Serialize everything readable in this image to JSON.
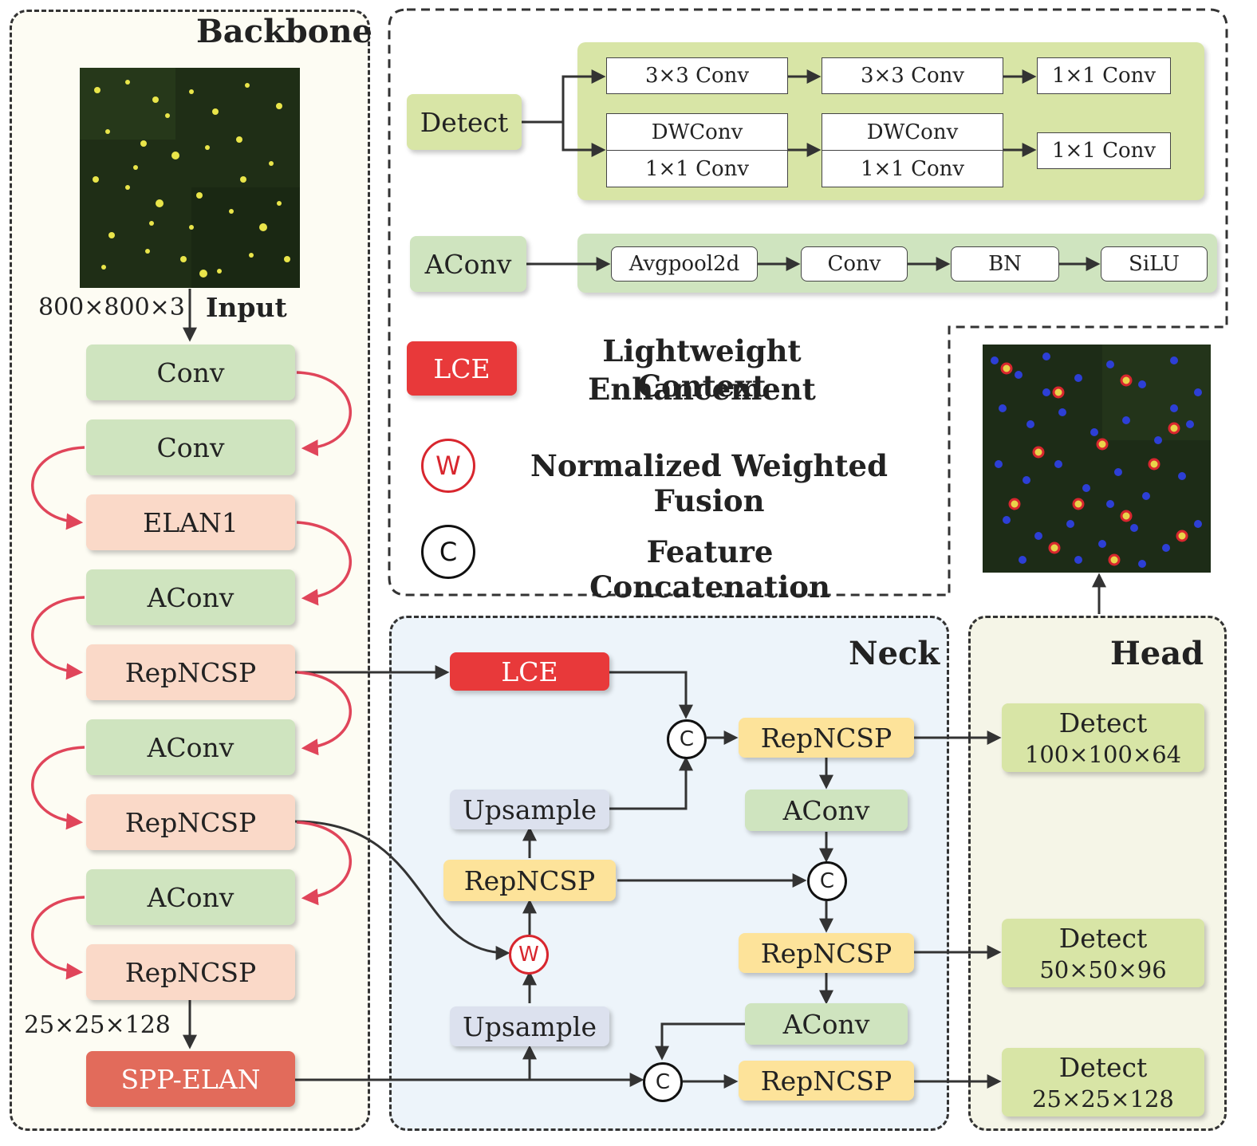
{
  "backbone": {
    "title": "Backbone",
    "input_label": "Input",
    "input_size": "800×800×3",
    "pre_spp_size": "25×25×128",
    "blocks": [
      "Conv",
      "Conv",
      "ELAN1",
      "AConv",
      "RepNCSP",
      "AConv",
      "RepNCSP",
      "AConv",
      "RepNCSP"
    ],
    "spp": "SPP-ELAN"
  },
  "detect_detail": {
    "label": "Detect",
    "row1": [
      "3×3 Conv",
      "3×3 Conv",
      "1×1 Conv"
    ],
    "row2_top": [
      "DWConv",
      "DWConv"
    ],
    "row2_bottom": [
      "1×1 Conv",
      "1×1 Conv"
    ],
    "row2_end": "1×1 Conv"
  },
  "aconv_detail": {
    "label": "AConv",
    "steps": [
      "Avgpool2d",
      "Conv",
      "BN",
      "SiLU"
    ]
  },
  "legend": {
    "lce_box": "LCE",
    "lce_text_1": "Lightweight Context",
    "lce_text_2": "Enhancement",
    "w_symbol": "W",
    "w_text": "Normalized Weighted Fusion",
    "c_symbol": "C",
    "c_text": "Feature Concatenation"
  },
  "neck": {
    "title": "Neck",
    "lce": "LCE",
    "upsample": "Upsample",
    "repncsp": "RepNCSP",
    "aconv": "AConv",
    "c_symbol": "C",
    "w_symbol": "W"
  },
  "head": {
    "title": "Head",
    "detect_label": "Detect",
    "detects": [
      "100×100×64",
      "50×50×96",
      "25×25×128"
    ]
  },
  "colors": {
    "green": "#cfe4bf",
    "peach": "#fad9c8",
    "yellow": "#fde39a",
    "lavender": "#dce1ee",
    "lce_red": "#e8393a",
    "spp_salmon": "#e26b5b",
    "lime": "#d8e5a6",
    "skip_arrow": "#e0455a",
    "neck_bg": "#edf4fa",
    "backbone_bg": "#fdfcf3",
    "head_bg": "#f5f5e7"
  }
}
